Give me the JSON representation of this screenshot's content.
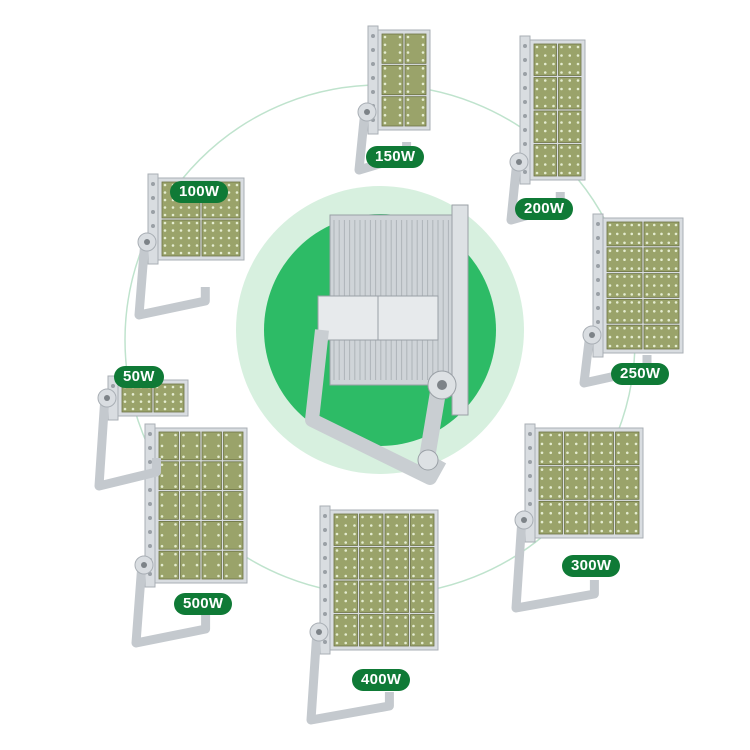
{
  "colors": {
    "accent": "#0f7a36",
    "circle_outer": "#d7f0df",
    "circle_inner": "#2dbb66",
    "ring": "#bfe3cd",
    "housing": "#d9dde1",
    "panel": "#9aa36a",
    "led": "#e4ecd0"
  },
  "products": [
    {
      "id": "150w",
      "label": "150W",
      "icon": "floodlight-3-module"
    },
    {
      "id": "200w",
      "label": "200W",
      "icon": "floodlight-4-module"
    },
    {
      "id": "250w",
      "label": "250W",
      "icon": "floodlight-5-module"
    },
    {
      "id": "300w",
      "label": "300W",
      "icon": "floodlight-6-module"
    },
    {
      "id": "400w",
      "label": "400W",
      "icon": "floodlight-8-module"
    },
    {
      "id": "500w",
      "label": "500W",
      "icon": "floodlight-10-module"
    },
    {
      "id": "50w",
      "label": "50W",
      "icon": "floodlight-1-module"
    },
    {
      "id": "100w",
      "label": "100W",
      "icon": "floodlight-2-module"
    }
  ]
}
